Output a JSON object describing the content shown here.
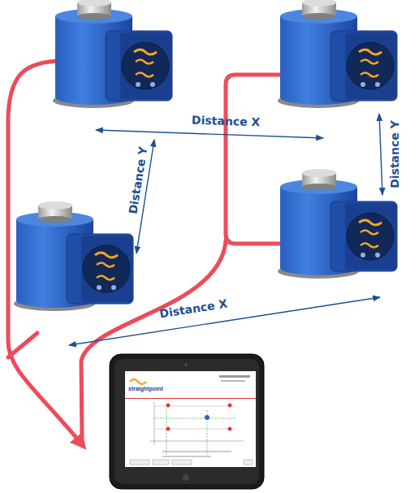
{
  "diagram": {
    "nodes": [
      {
        "text": [
          "straightpoint"
        ]
      }
    ],
    "labels": [
      "Distance X",
      "Distance Y",
      "Distance Y",
      "Distance X"
    ]
  }
}
